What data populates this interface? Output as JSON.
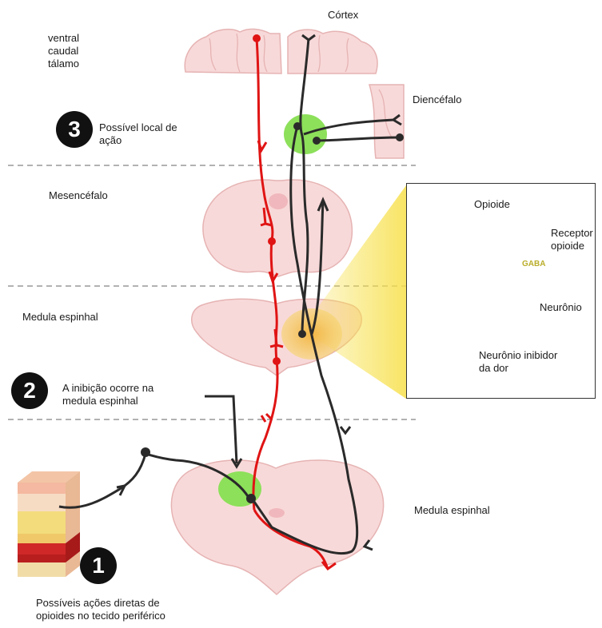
{
  "labels": {
    "cortex": "Córtex",
    "thalamus": "ventral\ncaudal\ntálamo",
    "diencephalon": "Diencéfalo",
    "site3": "Possível local de\nação",
    "midbrain": "Mesencéfalo",
    "spinal_cord_upper": "Medula espinhal",
    "site2": "A inibição ocorre na\nmedula espinhal",
    "spinal_cord_lower": "Medula espinhal",
    "site1": "Possíveis ações diretas de\nopioides no tecido periférico"
  },
  "badges": {
    "one": "1",
    "two": "2",
    "three": "3"
  },
  "inset": {
    "opioid": "Opioide",
    "receptor": "Receptor\nopioide",
    "gaba": "GABA",
    "neuron": "Neurônio",
    "caption": "Neurônio inibidor\nda dor"
  },
  "colors": {
    "ascending_pathway": "#e01414",
    "descending_pathway": "#2a2a2a",
    "brain_tissue": "#f8d9d9",
    "action_site": "#8de05a",
    "inhibitory_neuron": "#e8e27a",
    "opioid_receptor": "#1f3ee8",
    "synapse": "#e030e0"
  }
}
